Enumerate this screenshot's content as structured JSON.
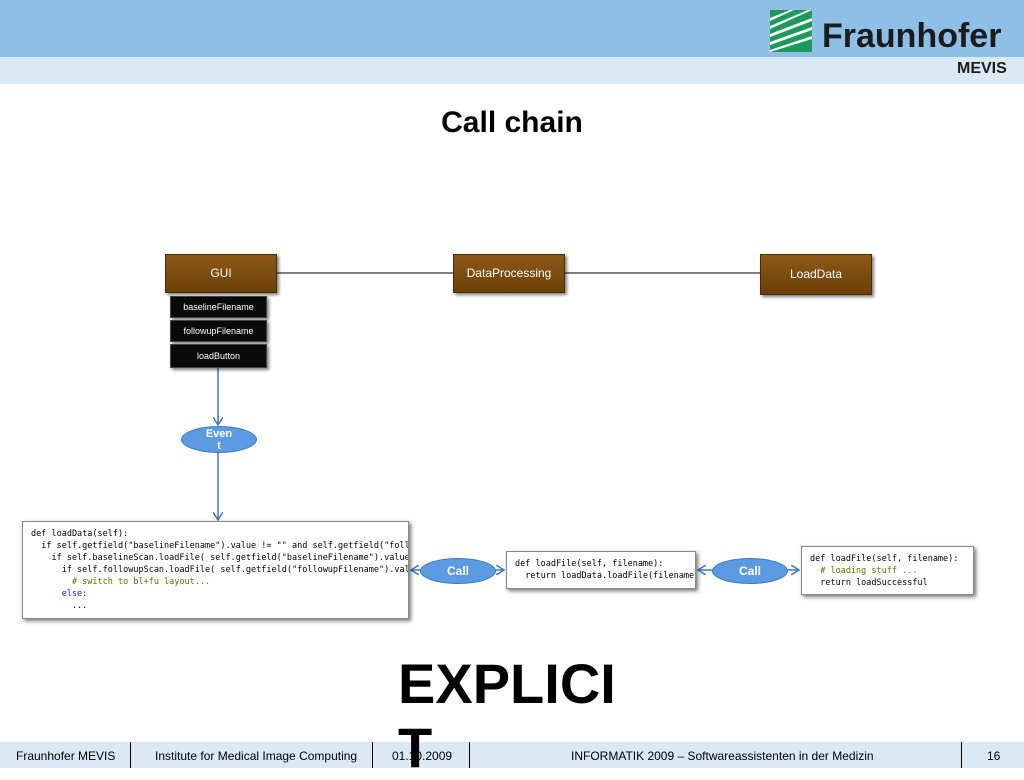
{
  "header": {
    "logo_name": "Fraunhofer",
    "logo_sub": "MEVIS",
    "colors": {
      "band": "#8ebfe6",
      "band_light": "#dbe9f5",
      "logo_green": "#1b9a59"
    }
  },
  "slide": {
    "title": "Call chain",
    "big_word": "EXPLICIT"
  },
  "diagram": {
    "nodes": {
      "gui": "GUI",
      "data_processing": "DataProcessing",
      "load_data": "LoadData"
    },
    "gui_widgets": [
      "baselineFilename",
      "followupFilename",
      "loadButton"
    ],
    "event_label": "Event",
    "call_labels": [
      "Call",
      "Call"
    ],
    "colors": {
      "node": "#7a4a0e",
      "widget": "#0a0a0a",
      "ellipse": "#5b9be1",
      "arrow": "#3a77c0"
    }
  },
  "code_blocks": {
    "gui_handler": [
      "def loadData(self):",
      "  if self.getfield(\"baselineFilename\").value != \"\" and self.getfield(\"follo...",
      "    if self.baselineScan.loadFile( self.getfield(\"baselineFilename\").value ):",
      "      if self.followupScan.loadFile( self.getfield(\"followupFilename\").value ):",
      "        # switch to bl+fu layout...",
      "      else:",
      "        ..."
    ],
    "data_processing": [
      "def loadFile(self, filename):",
      "  return loadData.loadFile(filename)"
    ],
    "load_data": [
      "def loadFile(self, filename):",
      "  # loading stuff ...",
      "  return loadSuccessful"
    ]
  },
  "footer": {
    "org": "Fraunhofer MEVIS",
    "institute": "Institute for Medical Image Computing",
    "date": "01.10.2009",
    "event": "INFORMATIK 2009 – Softwareassistenten in der Medizin",
    "page": "16"
  }
}
